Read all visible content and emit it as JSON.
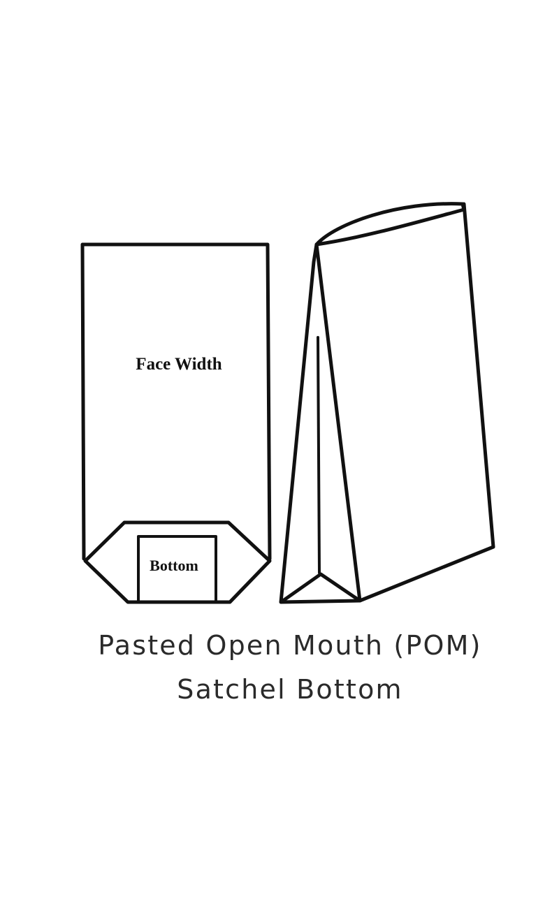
{
  "diagram": {
    "front_view": {
      "face_label": "Face Width",
      "bottom_label": "Bottom"
    },
    "caption": {
      "line1": "Pasted Open Mouth (POM)",
      "line2": "Satchel Bottom"
    }
  }
}
